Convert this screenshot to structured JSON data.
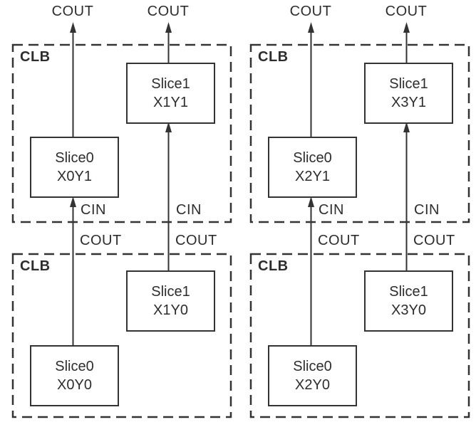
{
  "colors": {
    "line": "#333333",
    "text": "#2d2d2d",
    "background": "#ffffff"
  },
  "top_cout_labels": [
    "COUT",
    "COUT",
    "COUT",
    "COUT"
  ],
  "cin_labels": [
    "CIN",
    "CIN",
    "CIN",
    "CIN"
  ],
  "mid_cout_labels": [
    "COUT",
    "COUT",
    "COUT",
    "COUT"
  ],
  "clbs": [
    {
      "label": "CLB",
      "position": "top-left",
      "slices": [
        {
          "name": "Slice0",
          "loc": "X0Y1"
        },
        {
          "name": "Slice1",
          "loc": "X1Y1"
        }
      ]
    },
    {
      "label": "CLB",
      "position": "top-right",
      "slices": [
        {
          "name": "Slice0",
          "loc": "X2Y1"
        },
        {
          "name": "Slice1",
          "loc": "X3Y1"
        }
      ]
    },
    {
      "label": "CLB",
      "position": "bottom-left",
      "slices": [
        {
          "name": "Slice0",
          "loc": "X0Y0"
        },
        {
          "name": "Slice1",
          "loc": "X1Y0"
        }
      ]
    },
    {
      "label": "CLB",
      "position": "bottom-right",
      "slices": [
        {
          "name": "Slice0",
          "loc": "X2Y0"
        },
        {
          "name": "Slice1",
          "loc": "X3Y0"
        }
      ]
    }
  ]
}
